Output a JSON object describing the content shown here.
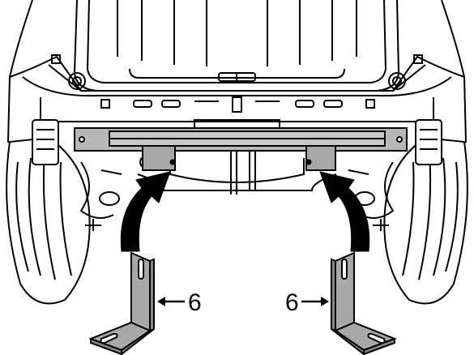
{
  "diagram": {
    "callouts": [
      {
        "label": "6",
        "part": "bracket-left"
      },
      {
        "label": "6",
        "part": "bracket-right"
      }
    ]
  },
  "colors": {
    "line": "#000000",
    "background": "#ffffff",
    "tire_fill": "#ffffff",
    "crossbar_fill": "#b8b8b8",
    "bracket_fill": "#a8a8a8",
    "arrow_fill": "#000000"
  },
  "icons": {
    "install_arrows": "curved-arrow-icon",
    "bracket": "l-bracket-icon"
  }
}
